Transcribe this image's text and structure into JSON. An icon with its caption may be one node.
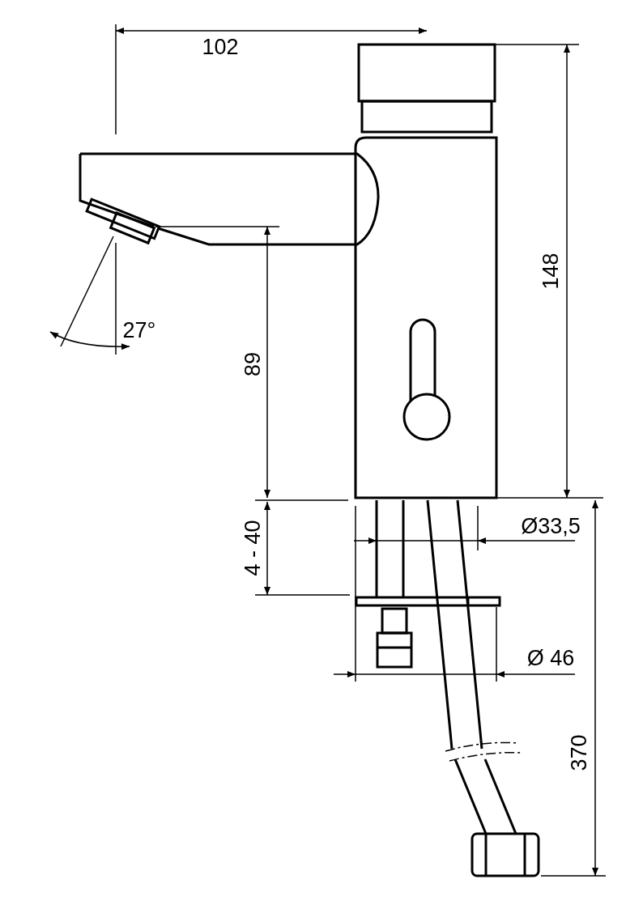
{
  "diagram": {
    "labels": [
      "102",
      "148",
      "27°",
      "89",
      "4 - 40",
      "Ø33,5",
      "Ø 46",
      "370"
    ]
  }
}
